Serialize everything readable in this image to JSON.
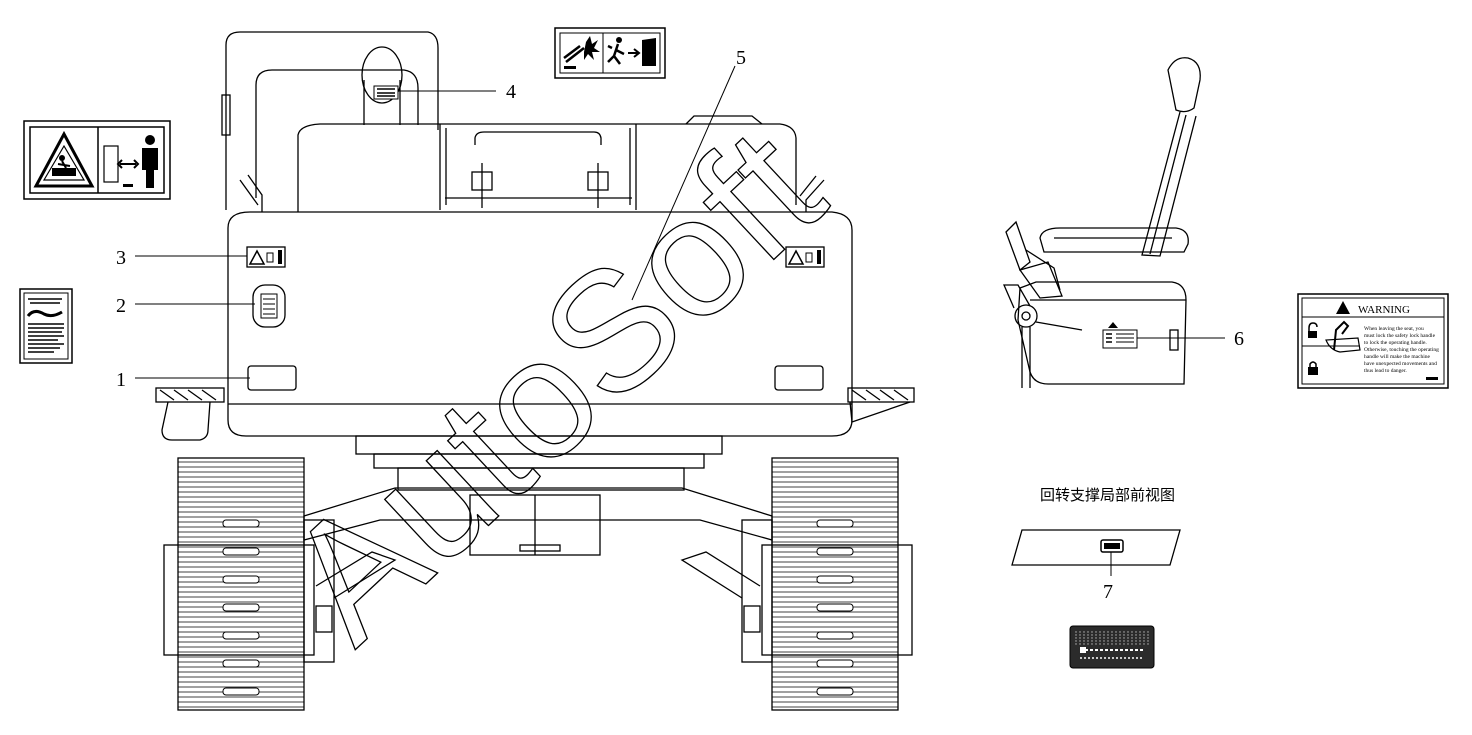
{
  "callouts": [
    {
      "id": "1",
      "label": "1"
    },
    {
      "id": "2",
      "label": "2"
    },
    {
      "id": "3",
      "label": "3"
    },
    {
      "id": "4",
      "label": "4"
    },
    {
      "id": "5",
      "label": "5"
    },
    {
      "id": "6",
      "label": "6"
    },
    {
      "id": "7",
      "label": "7"
    }
  ],
  "detail_view_title": "回转支撑局部前视图",
  "warning_label": {
    "header": "WARNING",
    "body_lines": [
      "When leaving the seat, you",
      "must lock the safety lock handle",
      "to lock the operating handle.",
      "Otherwise, touching the operating",
      "handle will make the machine",
      "have unexpected movements and",
      "thus lead to danger."
    ]
  },
  "watermark": "AutoSoft",
  "colors": {
    "line": "#000000",
    "background": "#ffffff",
    "label_fill": "#2b2b2b"
  }
}
